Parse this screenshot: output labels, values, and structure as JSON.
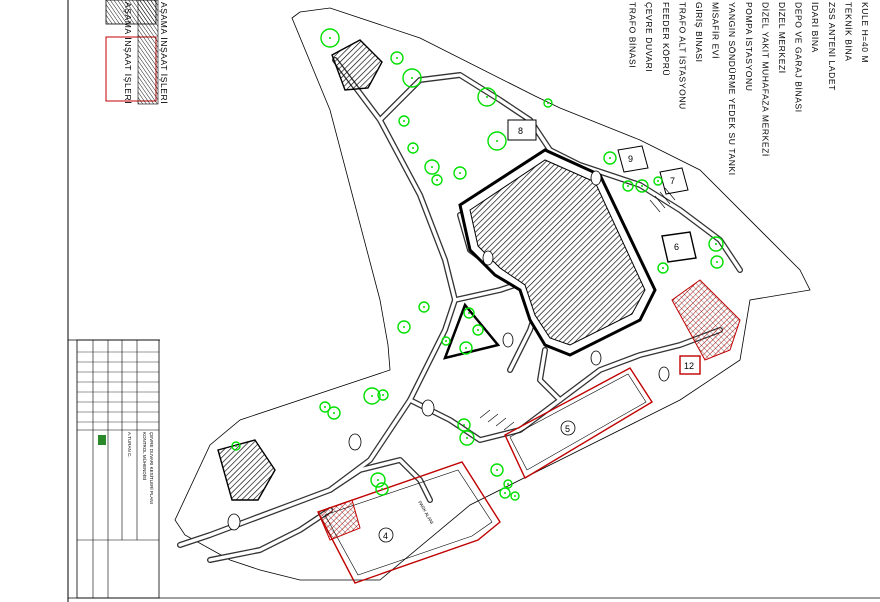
{
  "legend": {
    "items": [
      "KULE H=40 M",
      "TEKNİK BİNA",
      "ZSS ANTENİ LADET",
      "İDARİ BİNA",
      "DEPO VE GARAJ BİNASI",
      "DİZEL MERKEZİ",
      "DİZEL YAKIT MUHAFAZA MERKEZİ",
      "POMPA İSTASYONU",
      "YANGIN SÖNDÜRME YEDEK SU TANKI",
      "MİSAFİR EVİ",
      "GİRİŞ BİNASI",
      "TRAFO ALT İSTASYONU",
      "FEEDER KÖPRÜ",
      "ÇEVRE DUVARI",
      "TRAFO BİNASI"
    ],
    "hatch_labels": [
      "AŞAMA İNŞAAT İŞLERİ",
      "AŞAMA İNŞAAT İŞLERİ"
    ]
  },
  "map_labels": {
    "building_8": "8",
    "building_9": "9",
    "building_7": "7",
    "building_6": "6",
    "building_12": "12",
    "building_4": "4",
    "building_5": "5",
    "parking_text": "PARK ALANI"
  },
  "title_block": {
    "line1": "ÇEVRE DUVARI KESİTLERİ PLANI",
    "line2": "KONTROL MÜHENDİSİ",
    "line3": "A.TURAN C."
  },
  "colors": {
    "tree": "#00e000",
    "boundary": "#d00000",
    "building": "#000000"
  }
}
